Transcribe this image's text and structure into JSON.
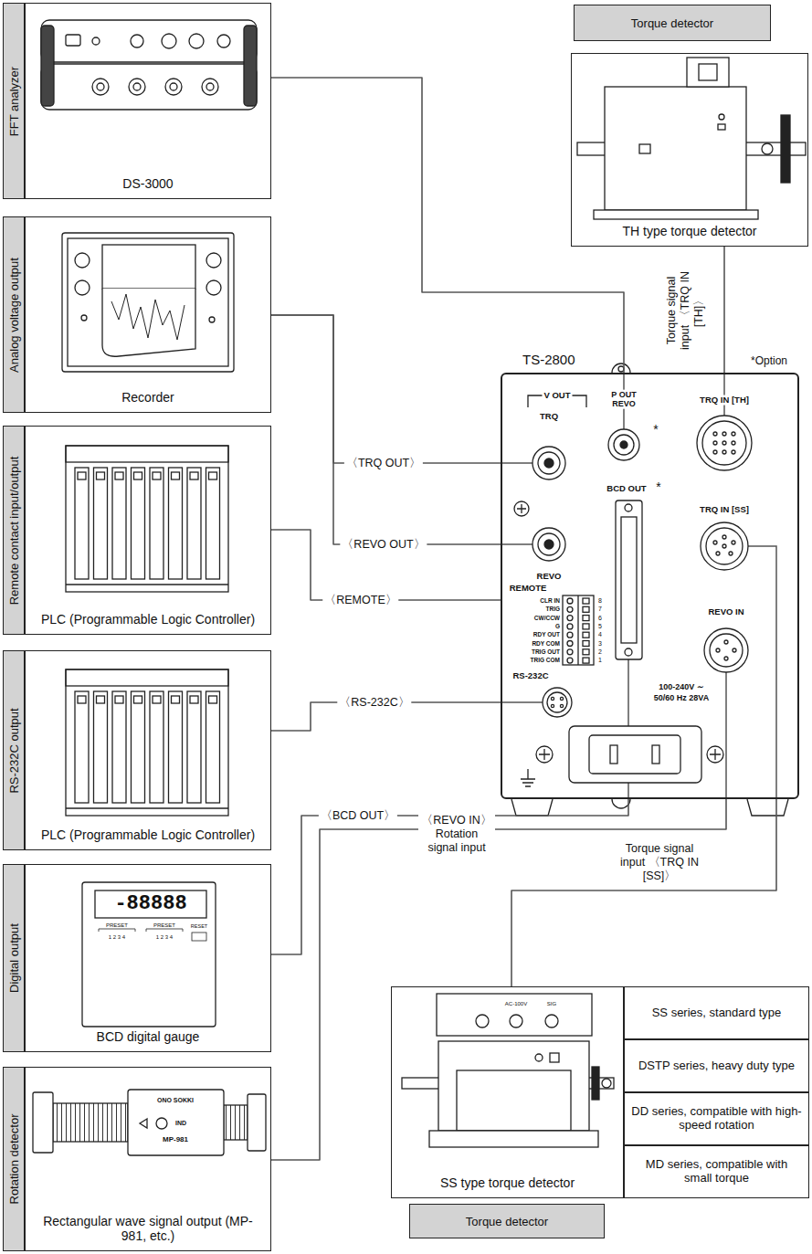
{
  "diagram": {
    "nodes": [
      {
        "text": [
          "FFT analyzer"
        ]
      },
      {
        "text": [
          "DS-3000"
        ]
      },
      {
        "text": [
          "Analog voltage output"
        ]
      },
      {
        "text": [
          "Recorder"
        ]
      },
      {
        "text": [
          "Remote contact input/output"
        ]
      },
      {
        "text": [
          "PLC (Programmable Logic Controller)"
        ]
      },
      {
        "text": [
          "RS-232C output"
        ]
      },
      {
        "text": [
          "PLC (Programmable Logic Controller)"
        ]
      },
      {
        "text": [
          "Digital output"
        ]
      },
      {
        "text": [
          "BCD digital gauge"
        ]
      },
      {
        "text": [
          "Rotation detector"
        ]
      },
      {
        "text": [
          "Rectangular wave signal output (MP-981, etc.)"
        ]
      },
      {
        "text": [
          "Torque detector"
        ]
      },
      {
        "text": [
          "TH type torque detector"
        ]
      },
      {
        "text": [
          "TS-2800"
        ]
      },
      {
        "text": [
          "SS type torque detector"
        ]
      },
      {
        "text": [
          "Torque detector"
        ]
      }
    ],
    "edges": [
      {
        "from": 1,
        "to": 14,
        "arrow": "none"
      },
      {
        "from": 3,
        "to": 14,
        "label": "〈TRQ OUT〉",
        "arrow": "none"
      },
      {
        "from": 3,
        "to": 14,
        "label": "〈REVO OUT〉",
        "arrow": "none"
      },
      {
        "from": 5,
        "to": 14,
        "label": "〈REMOTE〉",
        "arrow": "none"
      },
      {
        "from": 7,
        "to": 14,
        "label": "〈RS-232C〉",
        "arrow": "none"
      },
      {
        "from": 9,
        "to": 14,
        "label": "〈BCD OUT〉",
        "arrow": "none"
      },
      {
        "from": 11,
        "to": 14,
        "label": "〈REVO IN〉 Rotation signal input",
        "arrow": "none"
      },
      {
        "from": 13,
        "to": 14,
        "label": "Torque signal input 〈TRQ IN [TH]〉",
        "arrow": "none"
      },
      {
        "from": 15,
        "to": 14,
        "label": "Torque signal input 〈TRQ IN [SS]〉",
        "arrow": "none"
      }
    ],
    "labels": [
      "*Option",
      "V OUT",
      "TRQ",
      "REVO",
      "P OUT REVO",
      "*",
      "TRQ IN [TH]",
      "BCD OUT",
      "*",
      "TRQ IN [SS]",
      "REVO IN",
      "REMOTE",
      "CLR IN",
      "TRIG",
      "CW/CCW",
      "G",
      "RDY OUT",
      "RDY COM",
      "TRIG OUT",
      "TRIG COM",
      "8",
      "7",
      "6",
      "5",
      "4",
      "3",
      "2",
      "1",
      "RS-232C",
      "100-240V ∼",
      "50/60 Hz 28VA",
      "SS series, standard type",
      "DSTP series, heavy duty type",
      "DD series, compatible with high-speed rotation",
      "MD series, compatible with small torque",
      "-88888",
      "PRESET",
      "1 2 3 4",
      "PRESET",
      "1 2 3 4",
      "RESET",
      "ONO SOKKI",
      "IND",
      "MP-981",
      "AC-100V",
      "SIG"
    ]
  }
}
